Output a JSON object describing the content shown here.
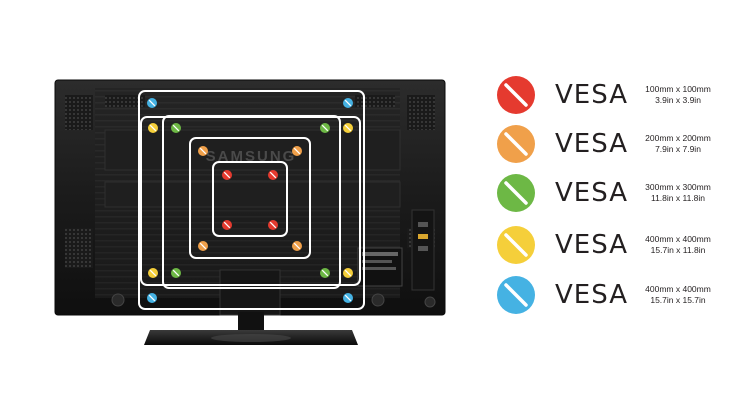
{
  "tv": {
    "brand_text": "SAMSUNG"
  },
  "colors": {
    "red": "#e53a2f",
    "orange": "#f0a04a",
    "green": "#6db845",
    "yellow": "#f5cf3a",
    "blue": "#45b2e3"
  },
  "legend": [
    {
      "color_key": "red",
      "label": "VESA",
      "dim_mm": "100mm x 100mm",
      "dim_in": "3.9in x 3.9in"
    },
    {
      "color_key": "orange",
      "label": "VESA",
      "dim_mm": "200mm x 200mm",
      "dim_in": "7.9in x 7.9in"
    },
    {
      "color_key": "green",
      "label": "VESA",
      "dim_mm": "300mm x 300mm",
      "dim_in": "11.8in x 11.8in"
    },
    {
      "color_key": "yellow",
      "label": "VESA",
      "dim_mm": "400mm x 400mm",
      "dim_in": "15.7in x 11.8in"
    },
    {
      "color_key": "blue",
      "label": "VESA",
      "dim_mm": "400mm x 400mm",
      "dim_in": "15.7in x 15.7in"
    }
  ]
}
